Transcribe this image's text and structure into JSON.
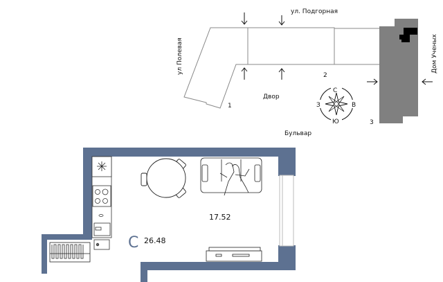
{
  "site_plan": {
    "street_top": "ул. Подгорная",
    "street_left": "ул Полевая",
    "building_right": "Дом Ученых",
    "courtyard": "Двор",
    "boulevard": "Бульвар",
    "entrance_1": "1",
    "entrance_2": "2",
    "entrance_3": "3",
    "compass": {
      "north": "С",
      "south": "Ю",
      "west": "З",
      "east": "В"
    }
  },
  "floor_plan": {
    "room_area": "17.52",
    "total_area": "26.48",
    "apartment_type": "С"
  },
  "colors": {
    "wall": "#5d7191",
    "building": "#808080"
  }
}
